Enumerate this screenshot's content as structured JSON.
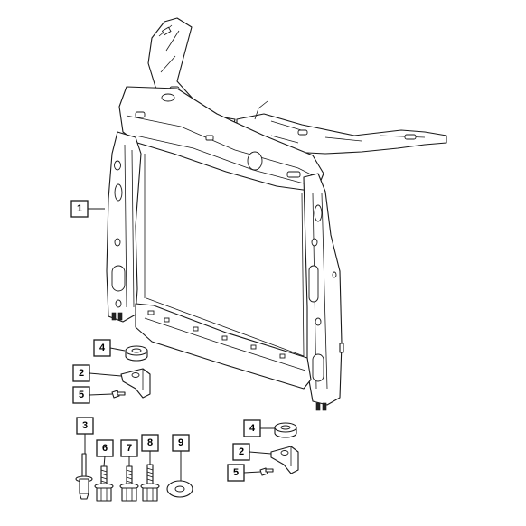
{
  "callouts": {
    "c1": "1",
    "c2a": "2",
    "c2b": "2",
    "c3": "3",
    "c4a": "4",
    "c4b": "4",
    "c5a": "5",
    "c5b": "5",
    "c6": "6",
    "c7": "7",
    "c8": "8",
    "c9": "9"
  }
}
